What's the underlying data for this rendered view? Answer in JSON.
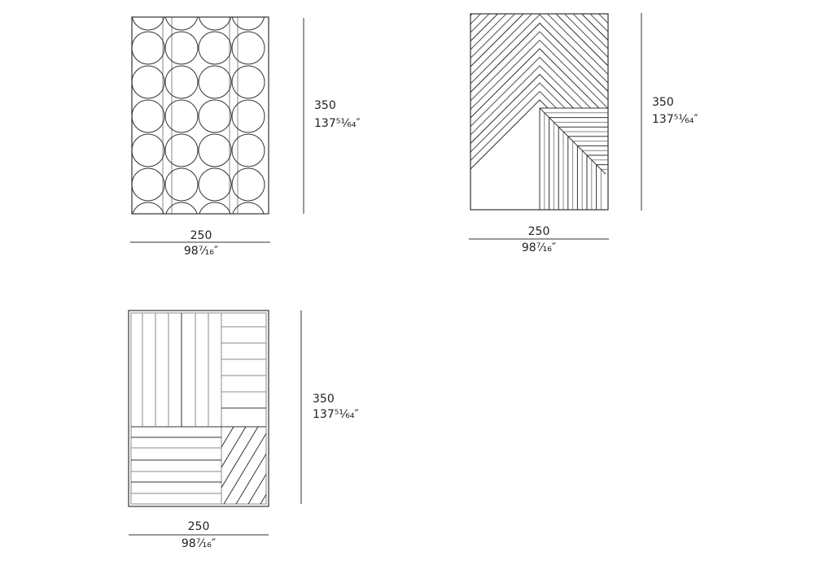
{
  "panels": [
    {
      "name": "circles-panel",
      "height_mm": "350",
      "height_in": "137⁵¹⁄₆₄″",
      "width_mm": "250",
      "width_in": "98⁷⁄₁₆″"
    },
    {
      "name": "chevron-panel",
      "height_mm": "350",
      "height_in": "137⁵¹⁄₆₄″",
      "width_mm": "250",
      "width_in": "98⁷⁄₁₆″"
    },
    {
      "name": "parquet-panel",
      "height_mm": "350",
      "height_in": "137⁵¹⁄₆₄″",
      "width_mm": "250",
      "width_in": "98⁷⁄₁₆″"
    }
  ],
  "colors": {
    "line": "#333333",
    "light_line": "#888888",
    "background": "#ffffff"
  }
}
